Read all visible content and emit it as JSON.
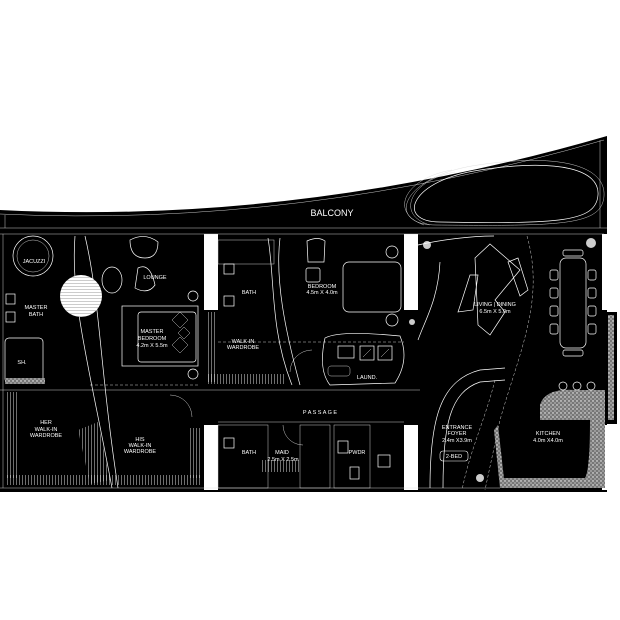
{
  "title": "2-Bed Apartment Floor Plan",
  "badge": "2-BED",
  "colors": {
    "background": "#ffffff",
    "plan_fill": "#000000",
    "linework": "#ffffff"
  },
  "rooms": {
    "balcony": {
      "name": "BALCONY"
    },
    "jacuzzi": {
      "name": "JACUZZI"
    },
    "lounge": {
      "name": "LOUNGE"
    },
    "master_bath": {
      "name1": "MASTER",
      "name2": "BATH"
    },
    "master_bedroom": {
      "name1": "MASTER",
      "name2": "BEDROOM",
      "size": "4.2m X 5.5m"
    },
    "shower": {
      "name": "SH."
    },
    "her_wardrobe": {
      "name1": "HER",
      "name2": "WALK-IN",
      "name3": "WARDROBE"
    },
    "his_wardrobe": {
      "name1": "HIS",
      "name2": "WALK-IN",
      "name3": "WARDROBE"
    },
    "bath": {
      "name": "BATH"
    },
    "bedroom": {
      "name": "BEDROOM",
      "size": "4.5m X 4.0m"
    },
    "walkin_wardrobe": {
      "name1": "WALK-IN",
      "name2": "WARDROBE"
    },
    "laundry": {
      "name": "LAUND."
    },
    "passage": {
      "name": "P A S S A G E"
    },
    "maid_bath": {
      "name": "BATH"
    },
    "maid": {
      "name": "MAID",
      "size": "2.5m X 2.5m"
    },
    "powder": {
      "name": "PWDR"
    },
    "entrance_foyer": {
      "name1": "ENTRANCE",
      "name2": "FOYER",
      "size": "2.4m X3.9m"
    },
    "living_dining": {
      "name": "LIVING | DINING",
      "size": "6.5m X 5.0m"
    },
    "kitchen": {
      "name": "KITCHEN",
      "size": "4.0m X4.0m"
    }
  }
}
